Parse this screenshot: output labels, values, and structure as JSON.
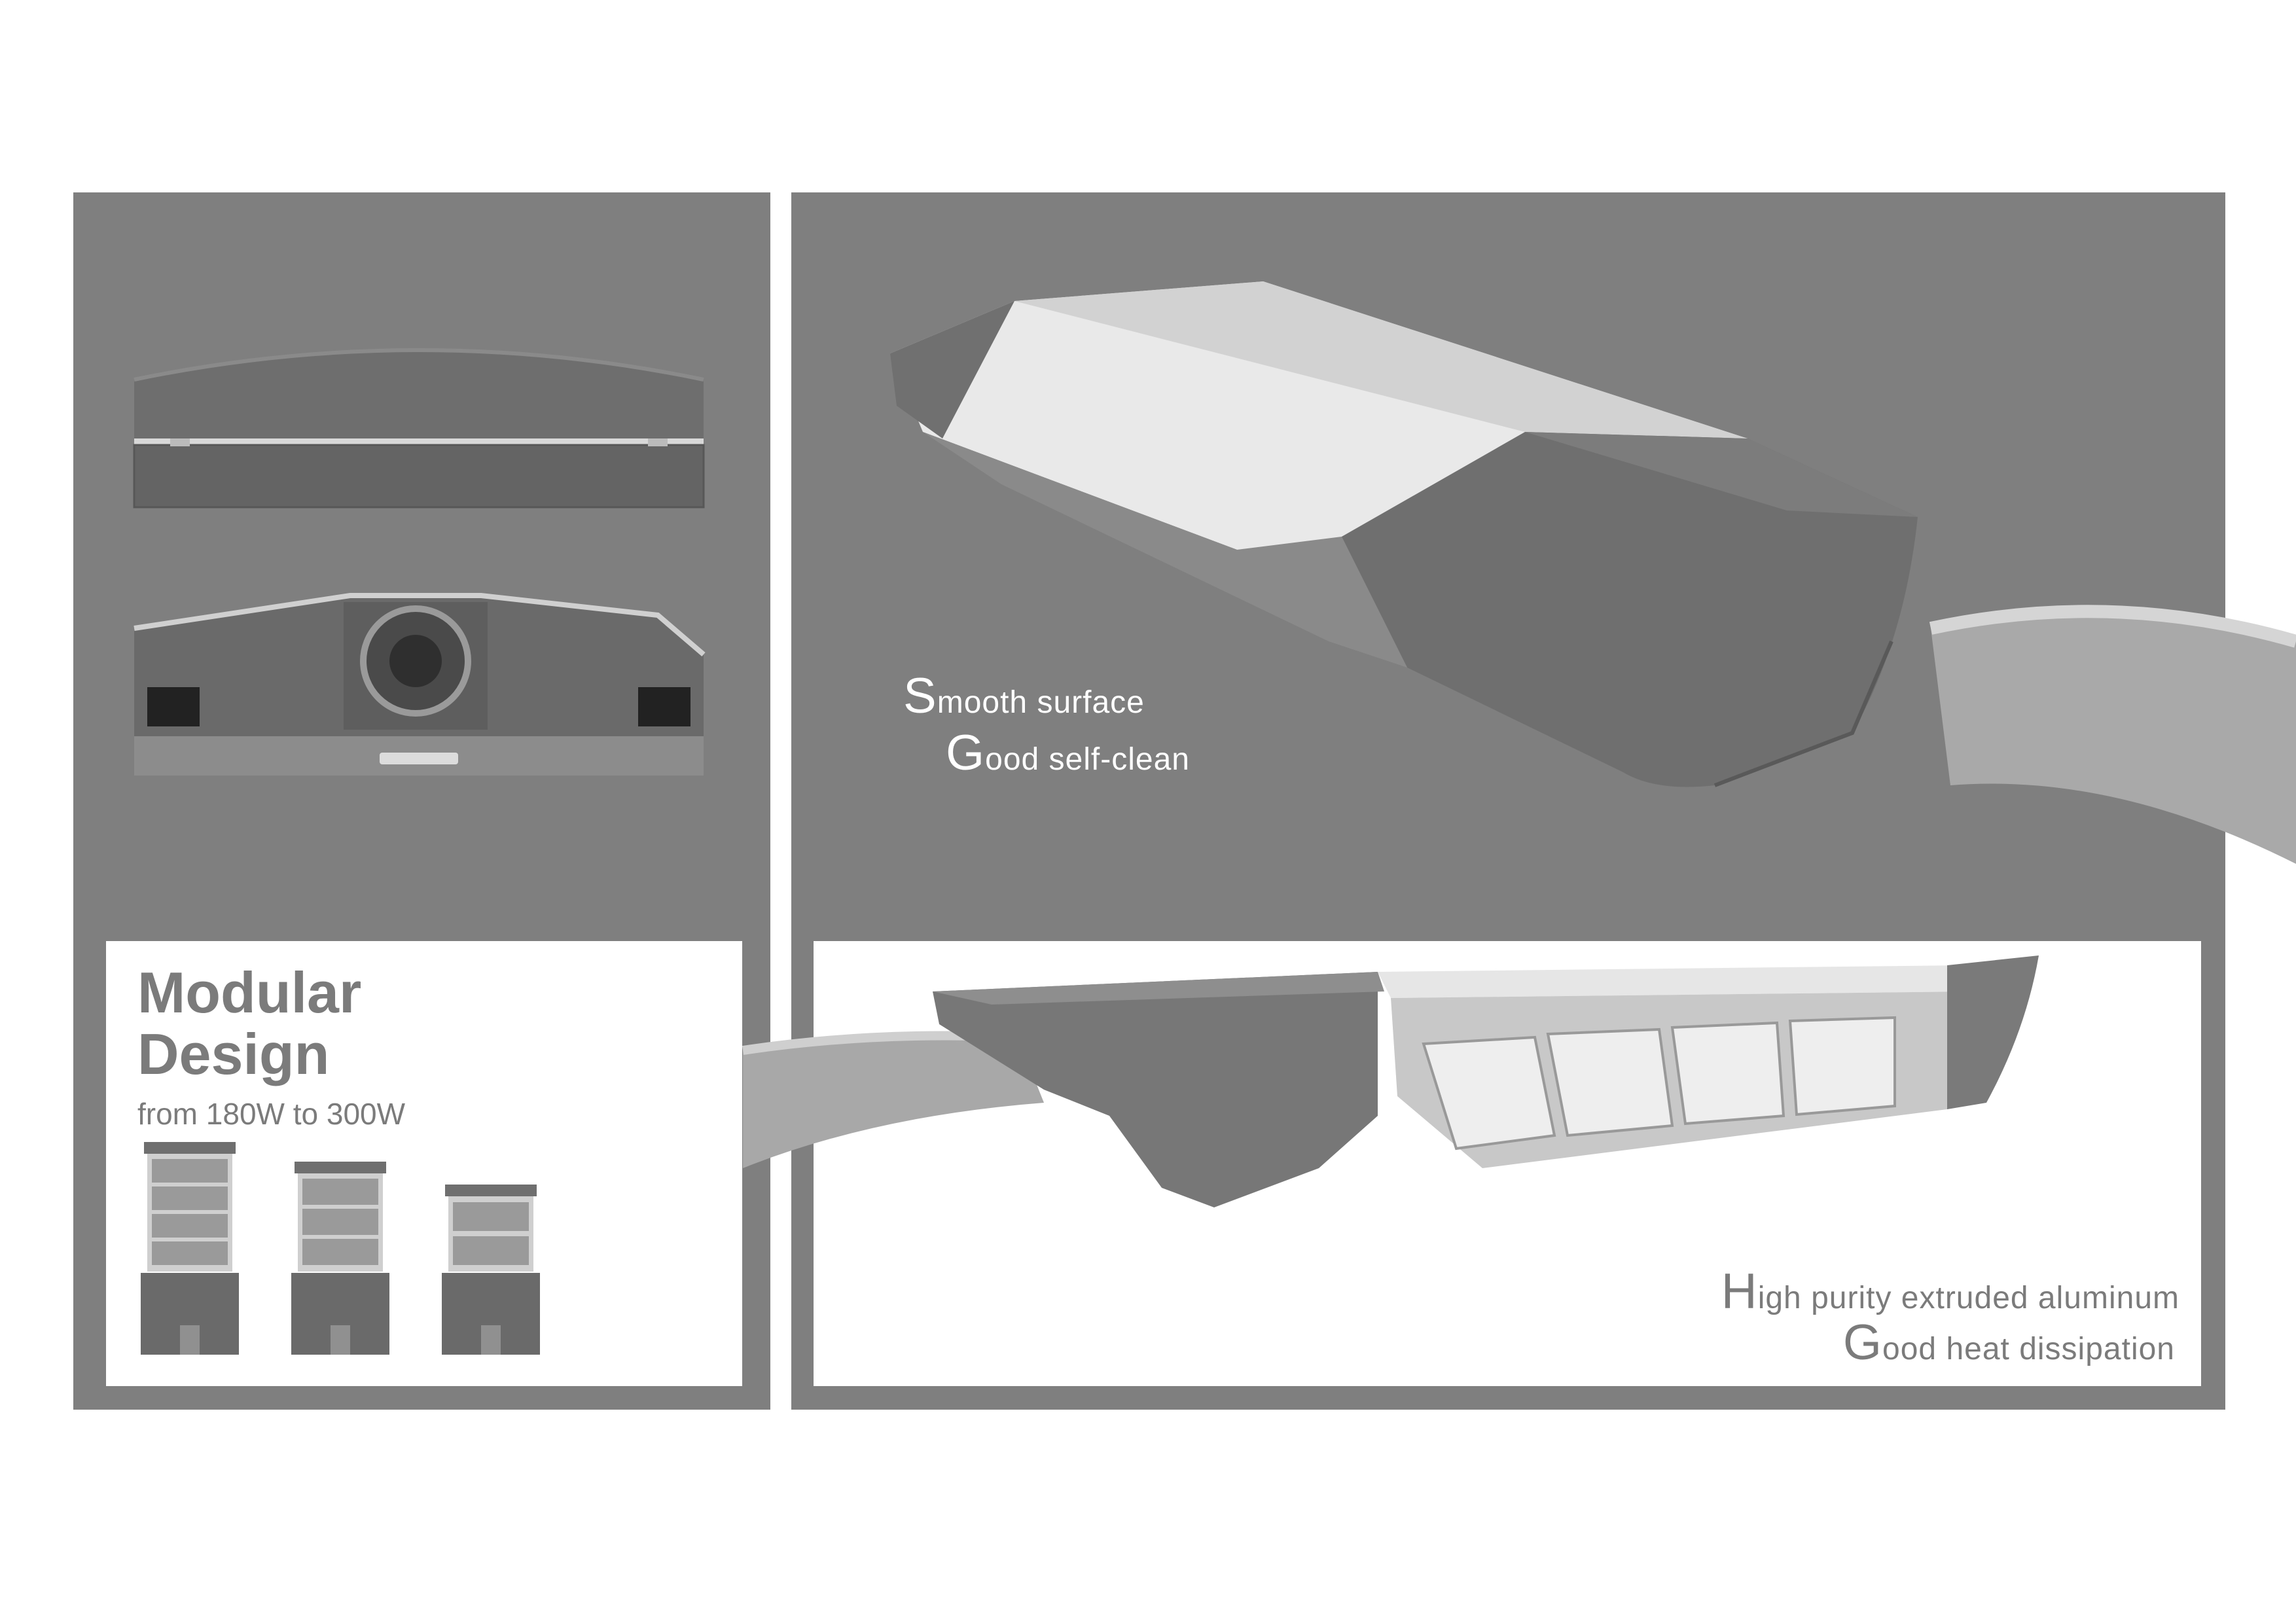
{
  "colors": {
    "panel_gray": "#7f7f7f",
    "background": "#ffffff",
    "heading_gray": "#7b7b7b",
    "caption_white": "#ffffff"
  },
  "top_right_caption": {
    "line1_initial": "S",
    "line1_rest": "mooth surface",
    "line2_initial": "G",
    "line2_rest": "ood self-clean"
  },
  "bottom_right_caption": {
    "line1_initial": "H",
    "line1_rest": "igh purity extruded aluminum",
    "line2_initial": "G",
    "line2_rest": "ood heat dissipation"
  },
  "modular": {
    "title_line1": "Modular",
    "title_line2": "Design",
    "subtitle": "from 180W to 300W",
    "variant_module_counts": [
      4,
      3,
      2
    ]
  },
  "images": {
    "front_view": "street-light-front-view",
    "bottom_view": "street-light-rear-mount-view",
    "top_perspective": "street-light-top-perspective-on-pole",
    "underside_perspective": "street-light-underside-led-modules",
    "variants": "street-light-variants-180-300w"
  }
}
